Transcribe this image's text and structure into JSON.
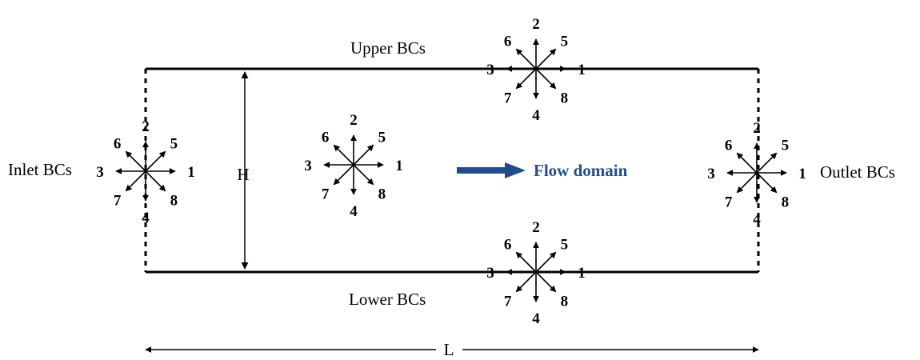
{
  "labels": {
    "upper": "Upper BCs",
    "lower": "Lower BCs",
    "inlet": "Inlet BCs",
    "outlet": "Outlet BCs",
    "height": "H",
    "length": "L",
    "flow": "Flow domain"
  },
  "directions": [
    "1",
    "2",
    "3",
    "4",
    "5",
    "6",
    "7",
    "8"
  ],
  "colors": {
    "line": "#000000",
    "flow_arrow": "#1f4e8c",
    "flow_text": "#1f4e8c"
  }
}
